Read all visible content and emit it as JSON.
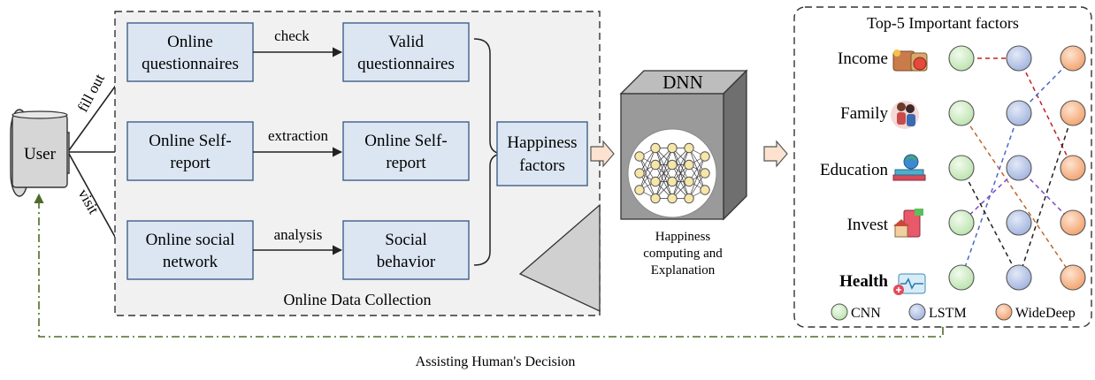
{
  "user": {
    "label": "User"
  },
  "edges": {
    "fill_out": "fill out",
    "visit": "visit",
    "check": "check",
    "extraction": "extraction",
    "analysis": "analysis"
  },
  "collection": {
    "title": "Online Data Collection",
    "online_questionnaires": [
      "Online",
      "questionnaires"
    ],
    "valid_questionnaires": [
      "Valid",
      "questionnaires"
    ],
    "self_report_input": [
      "Online Self-",
      "report"
    ],
    "self_report_output": [
      "Online Self-",
      "report"
    ],
    "social_network": [
      "Online social",
      "network"
    ],
    "social_behavior": [
      "Social",
      "behavior"
    ],
    "happiness_factors": [
      "Happiness",
      "factors"
    ]
  },
  "dnn": {
    "label": "DNN",
    "caption": [
      "Happiness",
      "computing and",
      "Explanation"
    ]
  },
  "factors_panel": {
    "title": "Top-5 Important factors",
    "factors": [
      "Income",
      "Family",
      "Education",
      "Invest",
      "Health"
    ],
    "models": [
      "CNN",
      "LSTM",
      "WideDeep"
    ]
  },
  "feedback": {
    "label": "Assisting Human's Decision"
  },
  "colors": {
    "box_fill": "#dce6f2",
    "box_stroke": "#3f5f8a",
    "cnn": "#cdeec4",
    "lstm": "#b4c4e6",
    "widedeep": "#f7b98f",
    "feedback_line": "#4f6b2a"
  }
}
